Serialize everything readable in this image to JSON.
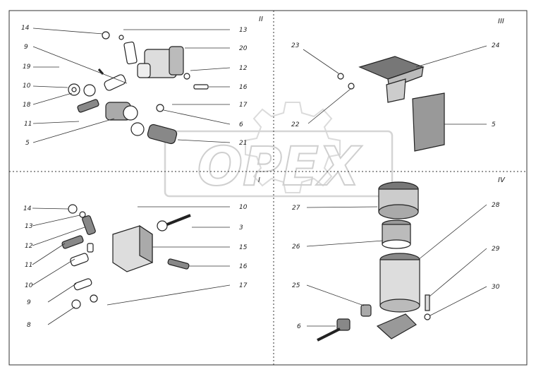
{
  "watermark": "OPEX",
  "quadrants": {
    "top_left": "II",
    "top_right": "III",
    "bottom_left": "I",
    "bottom_right": "IV"
  },
  "labels": {
    "q2": [
      "14",
      "13",
      "9",
      "20",
      "19",
      "12",
      "10",
      "16",
      "18",
      "17",
      "11",
      "6",
      "5",
      "21"
    ],
    "q3": [
      "23",
      "24",
      "22",
      "5"
    ],
    "q1": [
      "14",
      "10",
      "13",
      "3",
      "12",
      "15",
      "11",
      "16",
      "10",
      "9",
      "17",
      "8"
    ],
    "q4": [
      "27",
      "28",
      "26",
      "29",
      "25",
      "30",
      "6"
    ]
  }
}
